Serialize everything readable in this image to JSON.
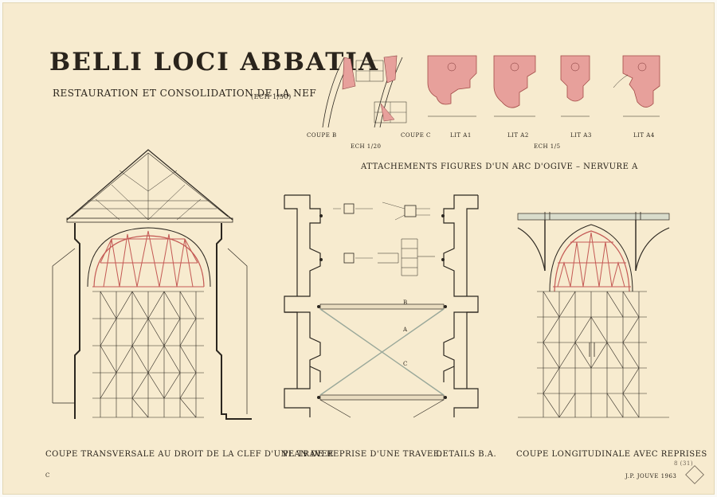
{
  "sheet": {
    "title": "BELLI LOCI ABBATIA",
    "subtitle": "RESTAURATION ET CONSOLIDATION DE LA NEF",
    "scale_main": "(ECH 1/50)"
  },
  "details": {
    "coupe_b": "COUPE B",
    "coupe_c": "COUPE C",
    "scale_1_20": "ECH 1/20",
    "scale_1_5": "ECH 1/5",
    "lits": [
      "LIT A1",
      "LIT A2",
      "LIT A3",
      "LIT A4"
    ],
    "caption": "ATTACHEMENTS FIGURES D'UN ARC D'OGIVE – NERVURE A"
  },
  "plan": {
    "labels": [
      "B",
      "A",
      "C"
    ]
  },
  "captions": {
    "coupe_transversale": "COUPE TRANSVERSALE AU DROIT DE LA CLEF D'UNE TRAVEE",
    "plan_reprise": "PLAN DE REPRISE D'UNE TRAVEE.",
    "details_ba": "DETAILS B.A.",
    "coupe_longitudinale": "COUPE LONGITUDINALE AVEC REPRISES"
  },
  "footer": {
    "left_mark": "C",
    "signature": "J.P. JOUVE 1963",
    "archive_ref": "8 (31)"
  },
  "colors": {
    "paper": "#f7ebcf",
    "ink": "#2b261f",
    "pink": "#e7a09b",
    "pink_line": "#c45a55"
  }
}
